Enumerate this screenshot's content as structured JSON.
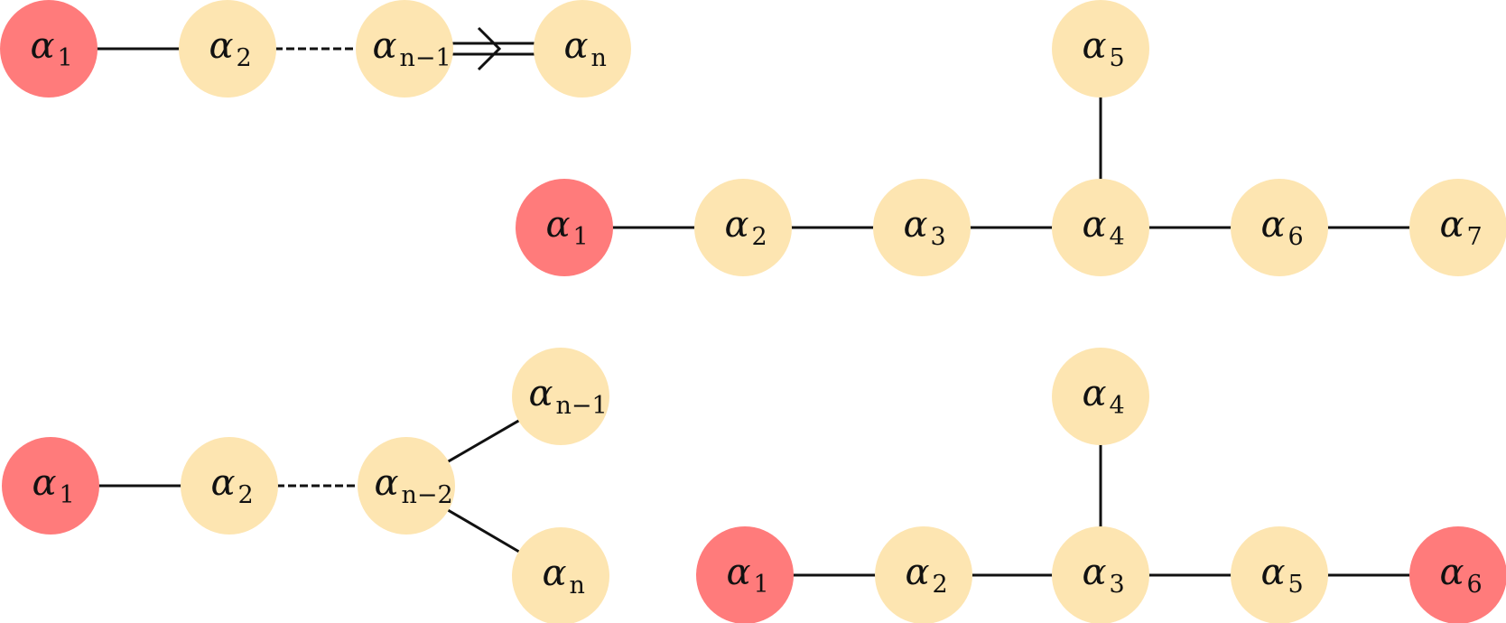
{
  "colors": {
    "highlight": "#FF7B7B",
    "normal": "#FDE5B1",
    "edge": "#111111"
  },
  "diagrams": [
    {
      "id": "Bn",
      "nodes": [
        {
          "id": "a1",
          "base": "α",
          "sub": "1",
          "highlight": true
        },
        {
          "id": "a2",
          "base": "α",
          "sub": "2",
          "highlight": false
        },
        {
          "id": "an1",
          "base": "α",
          "sub": "n−1",
          "highlight": false
        },
        {
          "id": "an",
          "base": "α",
          "sub": "n",
          "highlight": false
        }
      ],
      "edges": [
        {
          "from": "a1",
          "to": "a2",
          "style": "solid"
        },
        {
          "from": "a2",
          "to": "an1",
          "style": "dashed"
        },
        {
          "from": "an1",
          "to": "an",
          "style": "double-arrow"
        }
      ]
    },
    {
      "id": "E7",
      "nodes": [
        {
          "id": "a1",
          "base": "α",
          "sub": "1",
          "highlight": true
        },
        {
          "id": "a2",
          "base": "α",
          "sub": "2",
          "highlight": false
        },
        {
          "id": "a3",
          "base": "α",
          "sub": "3",
          "highlight": false
        },
        {
          "id": "a4",
          "base": "α",
          "sub": "4",
          "highlight": false
        },
        {
          "id": "a5",
          "base": "α",
          "sub": "5",
          "highlight": false
        },
        {
          "id": "a6",
          "base": "α",
          "sub": "6",
          "highlight": false
        },
        {
          "id": "a7",
          "base": "α",
          "sub": "7",
          "highlight": false
        }
      ],
      "edges": [
        {
          "from": "a1",
          "to": "a2",
          "style": "solid"
        },
        {
          "from": "a2",
          "to": "a3",
          "style": "solid"
        },
        {
          "from": "a3",
          "to": "a4",
          "style": "solid"
        },
        {
          "from": "a4",
          "to": "a5",
          "style": "solid"
        },
        {
          "from": "a4",
          "to": "a6",
          "style": "solid"
        },
        {
          "from": "a6",
          "to": "a7",
          "style": "solid"
        }
      ]
    },
    {
      "id": "Dn",
      "nodes": [
        {
          "id": "a1",
          "base": "α",
          "sub": "1",
          "highlight": true
        },
        {
          "id": "a2",
          "base": "α",
          "sub": "2",
          "highlight": false
        },
        {
          "id": "an2",
          "base": "α",
          "sub": "n−2",
          "highlight": false
        },
        {
          "id": "an1",
          "base": "α",
          "sub": "n−1",
          "highlight": false
        },
        {
          "id": "an",
          "base": "α",
          "sub": "n",
          "highlight": false
        }
      ],
      "edges": [
        {
          "from": "a1",
          "to": "a2",
          "style": "solid"
        },
        {
          "from": "a2",
          "to": "an2",
          "style": "dashed"
        },
        {
          "from": "an2",
          "to": "an1",
          "style": "solid"
        },
        {
          "from": "an2",
          "to": "an",
          "style": "solid"
        }
      ]
    },
    {
      "id": "E6",
      "nodes": [
        {
          "id": "a1",
          "base": "α",
          "sub": "1",
          "highlight": true
        },
        {
          "id": "a2",
          "base": "α",
          "sub": "2",
          "highlight": false
        },
        {
          "id": "a3",
          "base": "α",
          "sub": "3",
          "highlight": false
        },
        {
          "id": "a4",
          "base": "α",
          "sub": "4",
          "highlight": false
        },
        {
          "id": "a5",
          "base": "α",
          "sub": "5",
          "highlight": false
        },
        {
          "id": "a6",
          "base": "α",
          "sub": "6",
          "highlight": true
        }
      ],
      "edges": [
        {
          "from": "a1",
          "to": "a2",
          "style": "solid"
        },
        {
          "from": "a2",
          "to": "a3",
          "style": "solid"
        },
        {
          "from": "a3",
          "to": "a4",
          "style": "solid"
        },
        {
          "from": "a3",
          "to": "a5",
          "style": "solid"
        },
        {
          "from": "a5",
          "to": "a6",
          "style": "solid"
        }
      ]
    }
  ]
}
